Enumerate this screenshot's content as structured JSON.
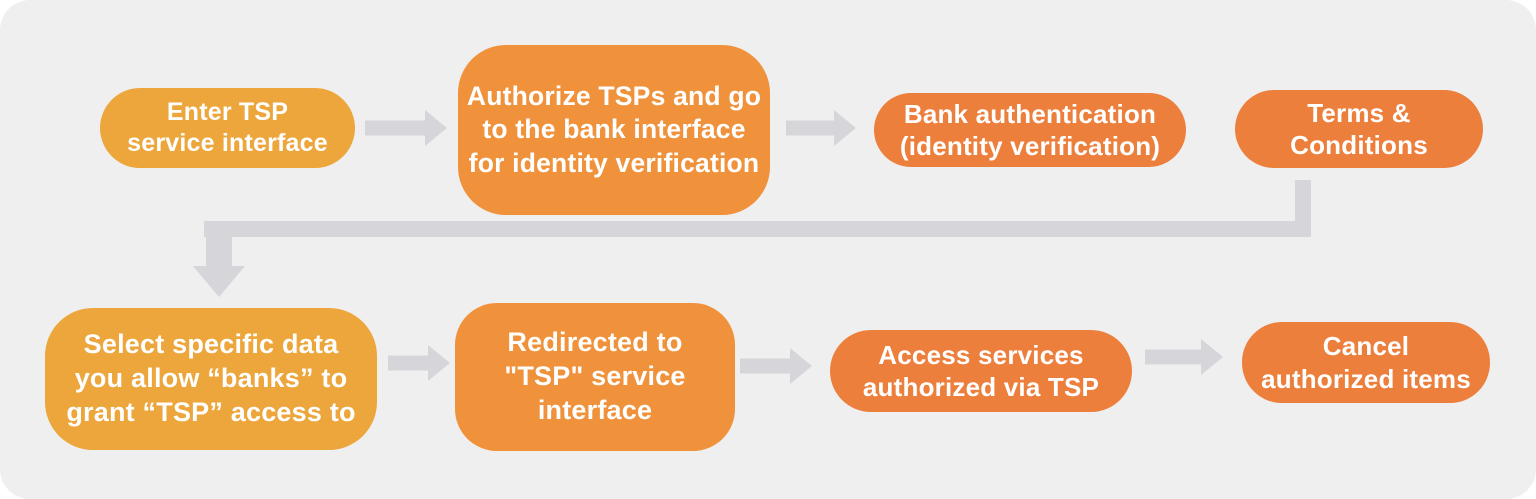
{
  "colors": {
    "yellow": "#ECA63C",
    "orange": "#F0923C",
    "deep_orange": "#ED7F3C",
    "arrow": "#D6D5DA",
    "panel": "#EFEFEF",
    "text": "#FFFFFF"
  },
  "flow": {
    "row1": [
      {
        "label": "Enter TSP\nservice interface"
      },
      {
        "label": "Authorize TSPs and go\nto the bank interface\nfor identity verification"
      },
      {
        "label": "Bank authentication\n(identity verification)"
      },
      {
        "label": "Terms &\nConditions"
      }
    ],
    "row2": [
      {
        "label": "Select specific data\nyou allow “banks” to\ngrant “TSP” access to"
      },
      {
        "label": "Redirected to\n\"TSP\" service\ninterface"
      },
      {
        "label": "Access services\nauthorized via TSP"
      },
      {
        "label": "Cancel\nauthorized items"
      }
    ]
  }
}
